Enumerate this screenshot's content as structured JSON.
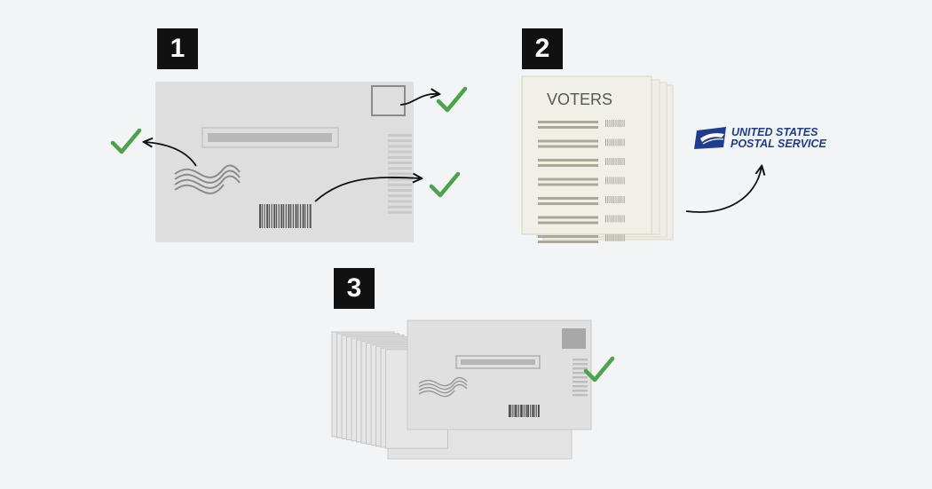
{
  "steps": [
    {
      "number": "1"
    },
    {
      "number": "2"
    },
    {
      "number": "3"
    }
  ],
  "document": {
    "title": "VOTERS",
    "row_count": 7
  },
  "usps_logo": {
    "line1": "UNITED STATES",
    "line2": "POSTAL SERVICE"
  },
  "colors": {
    "background": "#f3f4f6",
    "envelope": "#dededf",
    "check": "#4ea24e",
    "badge": "#111111",
    "usps_blue": "#1f3d8c",
    "paper": "#efefe6"
  }
}
